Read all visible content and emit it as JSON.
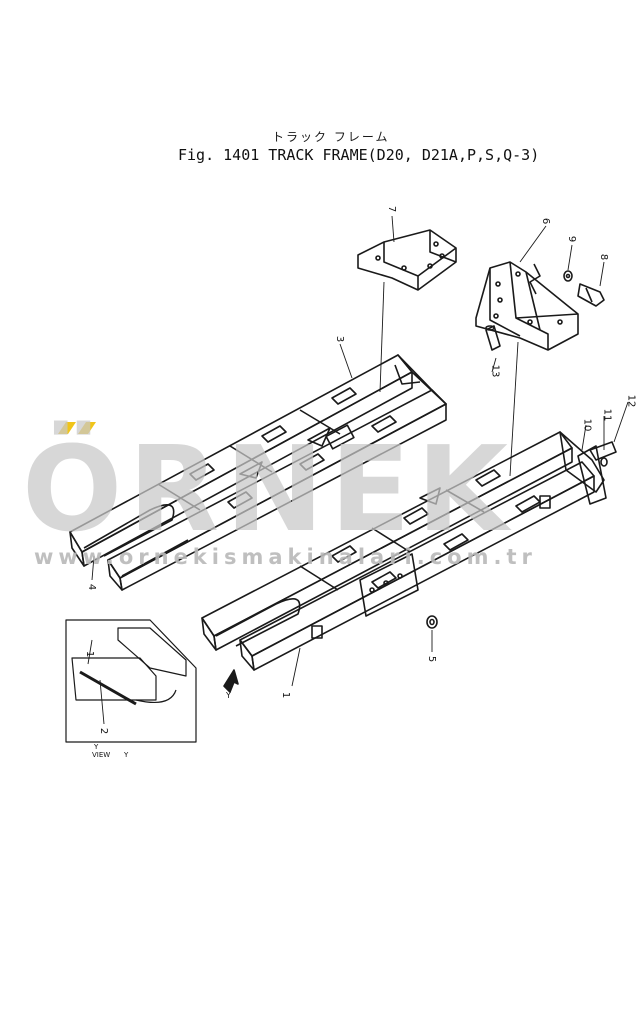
{
  "title": {
    "japanese": "トラック フレーム",
    "main": "Fig. 1401  TRACK FRAME(D20, D21A,P,S,Q-3)"
  },
  "watermark": {
    "brand": "ÖRNEK",
    "url": "www.ornekismakinalari.com.tr",
    "accent_color": "#f0c419"
  },
  "callouts": [
    "1",
    "2",
    "3",
    "4",
    "5",
    "6",
    "7",
    "8",
    "9",
    "10",
    "11",
    "12",
    "13"
  ],
  "view": {
    "direction": "Y",
    "label": "VIEW",
    "suffix": "Y"
  },
  "colors": {
    "line": "#1a1a1a",
    "watermark": "#c9c9c9"
  }
}
